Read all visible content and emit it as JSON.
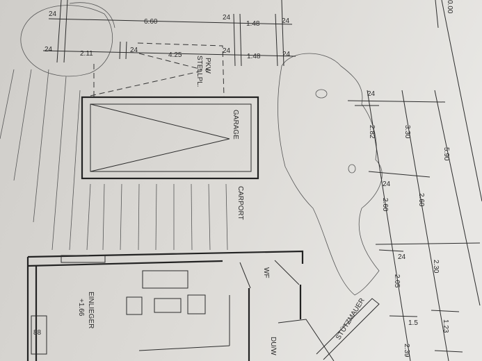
{
  "drawing": {
    "top_dimensions_row1": [
      "24",
      "6.60",
      "24",
      "1.48",
      "24"
    ],
    "top_dimensions_row2": [
      "24",
      "2.11",
      "24",
      "4.25",
      "24",
      "1.48",
      "24"
    ],
    "parking_label": [
      "PKW",
      "STELLPL."
    ],
    "garage_label": "GARAGE",
    "carport_label": "CARPORT",
    "apartment_label": "EINLIEGER",
    "apartment_level": "+1.66",
    "utility_label": "WF",
    "bath_label": "DU/W",
    "retaining_wall_label": "STÜTZMAUER",
    "right_dimensions": {
      "col1": [
        "24",
        "2.82",
        "24",
        "2.60",
        "24",
        "2.05",
        "1.5",
        "2.39"
      ],
      "col2": [
        "3.30",
        "2.60",
        "2.30",
        "1.23"
      ],
      "col3": [
        "5.90"
      ],
      "elevation": "0.00"
    }
  }
}
